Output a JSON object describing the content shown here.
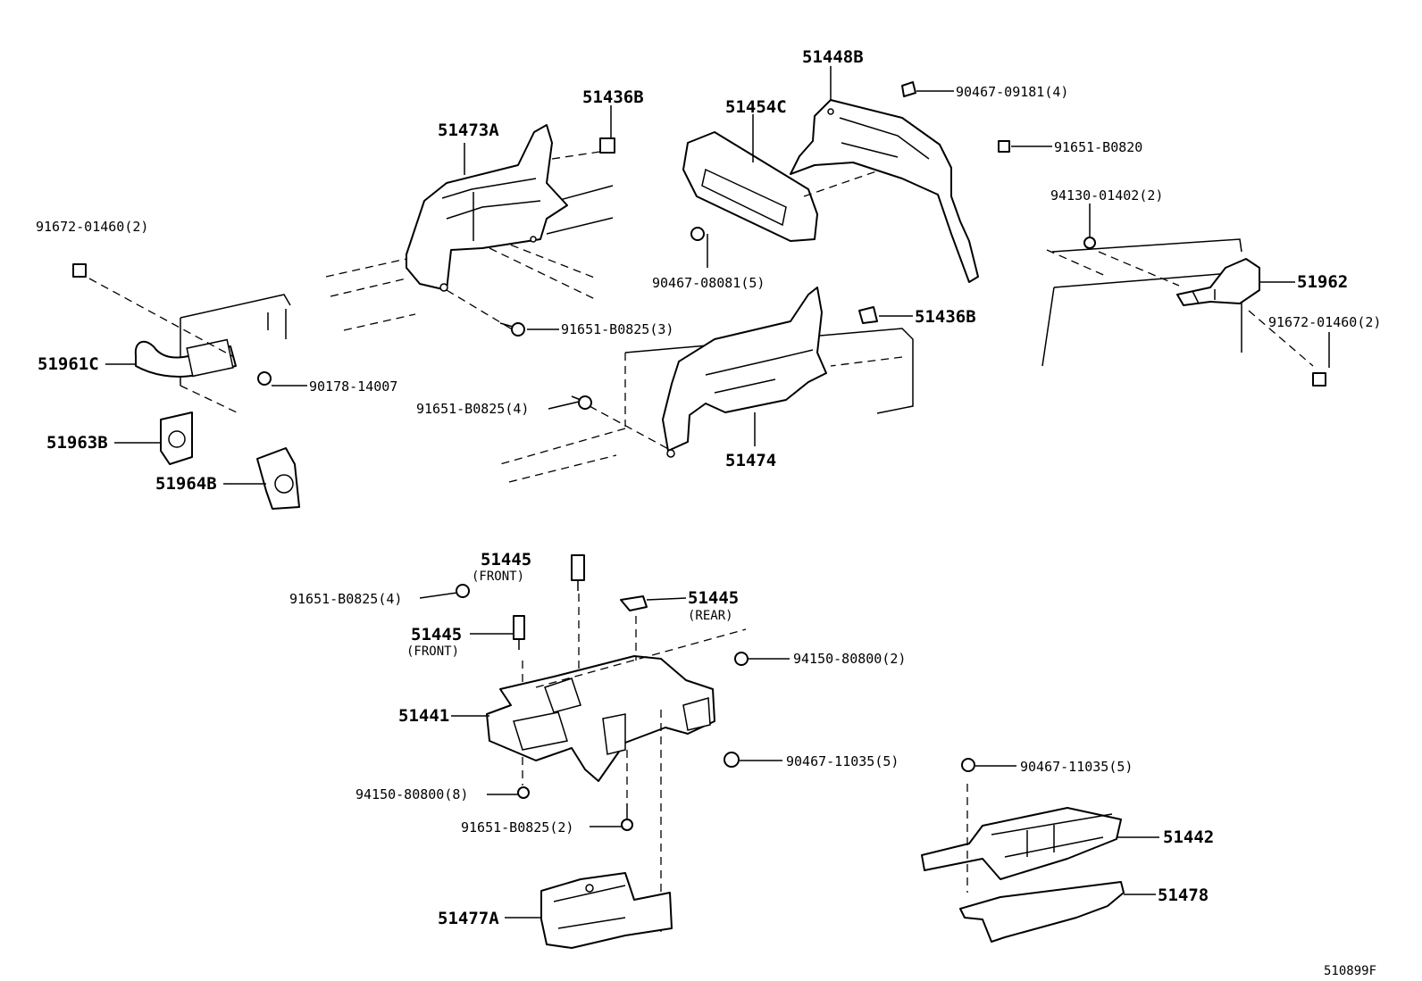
{
  "diagram_code": "510899F",
  "callouts": {
    "p51448B": "51448B",
    "p90467_09181": "90467-09181(4)",
    "p51436B_top": "51436B",
    "p51454C": "51454C",
    "p51473A": "51473A",
    "p91651_B0820": "91651-B0820",
    "p94130_01402": "94130-01402(2)",
    "p91672_01460_left": "91672-01460(2)",
    "p90467_08081": "90467-08081(5)",
    "p51962": "51962",
    "p91672_01460_right": "91672-01460(2)",
    "p91651_B0825_3": "91651-B0825(3)",
    "p51436B_mid": "51436B",
    "p51961C": "51961C",
    "p90178_14007": "90178-14007",
    "p91651_B0825_4a": "91651-B0825(4)",
    "p51963B": "51963B",
    "p51474": "51474",
    "p51964B": "51964B",
    "p51445_a": "51445",
    "p51445_a_note": "(FRONT)",
    "p91651_B0825_4b": "91651-B0825(4)",
    "p51445_b": "51445",
    "p51445_b_note": "(REAR)",
    "p51445_c": "51445",
    "p51445_c_note": "(FRONT)",
    "p94150_80800_2": "94150-80800(2)",
    "p51441": "51441",
    "p90467_11035_a": "90467-11035(5)",
    "p90467_11035_b": "90467-11035(5)",
    "p94150_80800_8": "94150-80800(8)",
    "p91651_B0825_2": "91651-B0825(2)",
    "p51442": "51442",
    "p51478": "51478",
    "p51477A": "51477A"
  }
}
